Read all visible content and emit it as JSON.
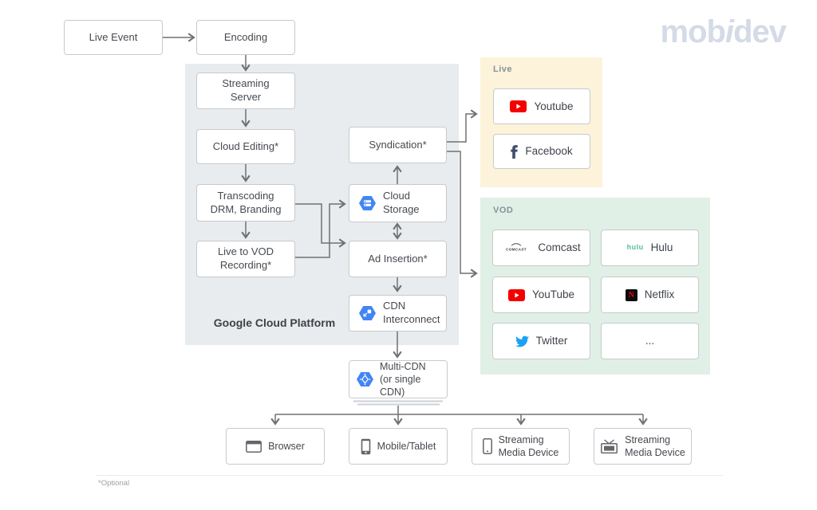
{
  "logo": {
    "pre": "mob",
    "mid": "i",
    "post": "dev"
  },
  "footnote": "*Optional",
  "nodes": {
    "live_event": {
      "label": "Live Event"
    },
    "encoding": {
      "label": "Encoding"
    },
    "streaming_server": {
      "l1": "Streaming",
      "l2": "Server"
    },
    "cloud_editing": {
      "label": "Cloud Editing*"
    },
    "transcoding": {
      "l1": "Transcoding",
      "l2": "DRM, Branding"
    },
    "live_to_vod": {
      "l1": "Live to VOD",
      "l2": "Recording*"
    },
    "syndication": {
      "label": "Syndication*"
    },
    "cloud_storage": {
      "l1": "Cloud",
      "l2": "Storage"
    },
    "ad_insertion": {
      "label": "Ad Insertion*"
    },
    "cdn_interconnect": {
      "l1": "CDN",
      "l2": "Interconnect"
    },
    "multi_cdn": {
      "l1": "Multi-CDN",
      "l2": "(or single CDN)"
    }
  },
  "gcp_panel": {
    "label": "Google Cloud Platform"
  },
  "live_panel": {
    "title": "Live",
    "youtube": "Youtube",
    "facebook": "Facebook"
  },
  "vod_panel": {
    "title": "VOD",
    "comcast": "Comcast",
    "comcast_logo": "COMCAST",
    "hulu": "Hulu",
    "hulu_logo": "hulu",
    "youtube": "YouTube",
    "netflix": "Netflix",
    "netflix_logo": "N",
    "twitter": "Twitter",
    "more": "..."
  },
  "devices": {
    "browser": {
      "label": "Browser"
    },
    "mobile": {
      "label": "Mobile/Tablet"
    },
    "smd1": {
      "l1": "Streaming",
      "l2": "Media Device"
    },
    "smd2": {
      "l1": "Streaming",
      "l2": "Media Device"
    }
  },
  "colors": {
    "gcp_panel_bg": "#e8ecef",
    "live_panel_bg": "#fcf3da",
    "vod_panel_bg": "#e1f0e7",
    "connector_gray": "#707070",
    "gcp_icon_blue": "#4285f4",
    "youtube_red": "#f40000",
    "facebook_navy": "#3d4e6b",
    "hulu_green": "#52bf9a",
    "netflix_red": "#e50914",
    "twitter_blue": "#1da1f2",
    "logo_gray": "#d4dae6"
  }
}
